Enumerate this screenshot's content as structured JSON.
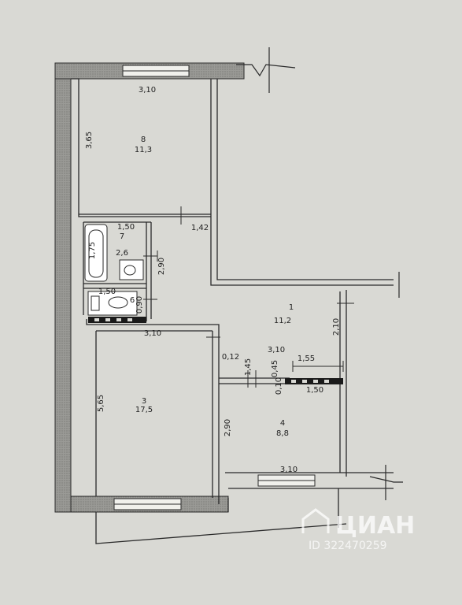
{
  "rooms": [
    {
      "number": "8",
      "area": "11,3"
    },
    {
      "number": "7",
      "area": "2,6"
    },
    {
      "number": "6",
      "area": ""
    },
    {
      "number": "1",
      "area": "11,2"
    },
    {
      "number": "3",
      "area": "17,5"
    },
    {
      "number": "4",
      "area": "8,8"
    }
  ],
  "dimensions": [
    "3,10",
    "3,65",
    "1,50",
    "1,42",
    "1,75",
    "2,90",
    "1,50",
    "0,90",
    "3,10",
    "3,10",
    "2,10",
    "0,12",
    "1,45",
    "0,45",
    "1,55",
    "0,10",
    "1,50",
    "5,65",
    "2,90",
    "3,10"
  ],
  "watermark": {
    "brand": "ЦИАН",
    "id": "ID 322470259"
  },
  "colors": {
    "paper": "#d9d9d4",
    "wall": "#8c8c88",
    "line": "#2a2a2a"
  }
}
